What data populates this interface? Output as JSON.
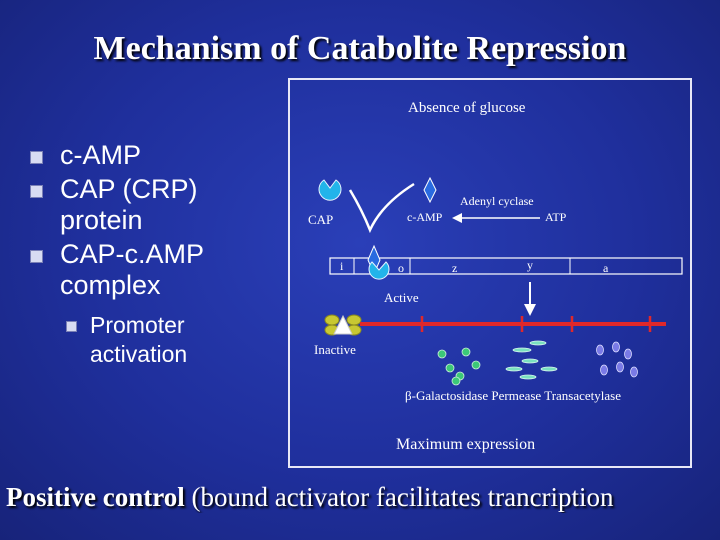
{
  "slide": {
    "title": "Mechanism of Catabolite Repression",
    "bullets": [
      "c-AMP",
      "CAP (CRP) protein",
      "CAP-c.AMP complex"
    ],
    "sub_bullets": [
      "Promoter activation"
    ]
  },
  "diagram": {
    "heading": "Absence of glucose",
    "labels": {
      "adenyl_cyclase": "Adenyl cyclase",
      "camp": "c-AMP",
      "atp": "ATP",
      "cap": "CAP",
      "active": "Active",
      "inactive": "Inactive",
      "products": "β-Galactosidase Permease Transacetylase",
      "expression": "Maximum expression"
    },
    "operon_segments": [
      "i",
      "o",
      "z",
      "y",
      "a"
    ]
  },
  "footer": {
    "bold": "Positive control",
    "rest": " (bound activator facilitates trancription"
  },
  "colors": {
    "background": "#1f2f9c",
    "cap_protein": "#22b4ea",
    "camp_molecule": "#2a6be0",
    "dna_line": "#e0282a",
    "repressor": "#c8c832",
    "enzyme": "#3cc878",
    "permease": "#7ae0c0",
    "transacetylase": "#7a7ae6"
  },
  "icons": [
    "square-bullet-icon",
    "cap-protein-icon",
    "camp-diamond-icon",
    "down-arrow-icon",
    "left-arrow-icon"
  ]
}
